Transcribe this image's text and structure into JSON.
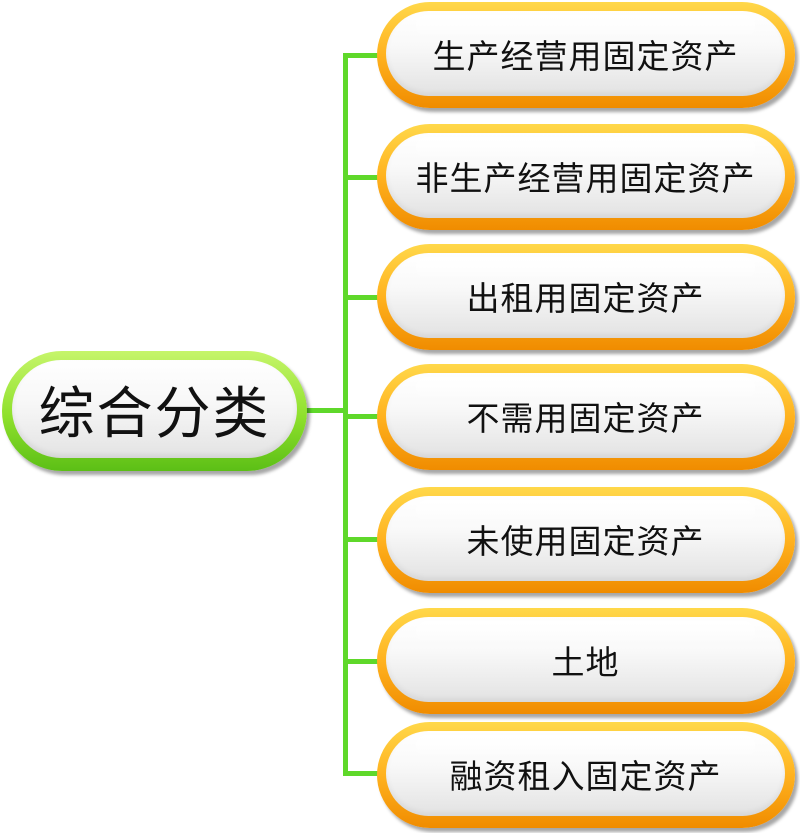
{
  "root": {
    "label": "综合分类"
  },
  "branches": [
    {
      "label": "生产经营用固定资产"
    },
    {
      "label": "非生产经营用固定资产"
    },
    {
      "label": "出租用固定资产"
    },
    {
      "label": "不需用固定资产"
    },
    {
      "label": "未使用固定资产"
    },
    {
      "label": "土地"
    },
    {
      "label": "融资租入固定资产"
    }
  ],
  "colors": {
    "root_border": "#8ee02c",
    "leaf_border": "#ffb21f",
    "connector": "#5fd82a"
  }
}
